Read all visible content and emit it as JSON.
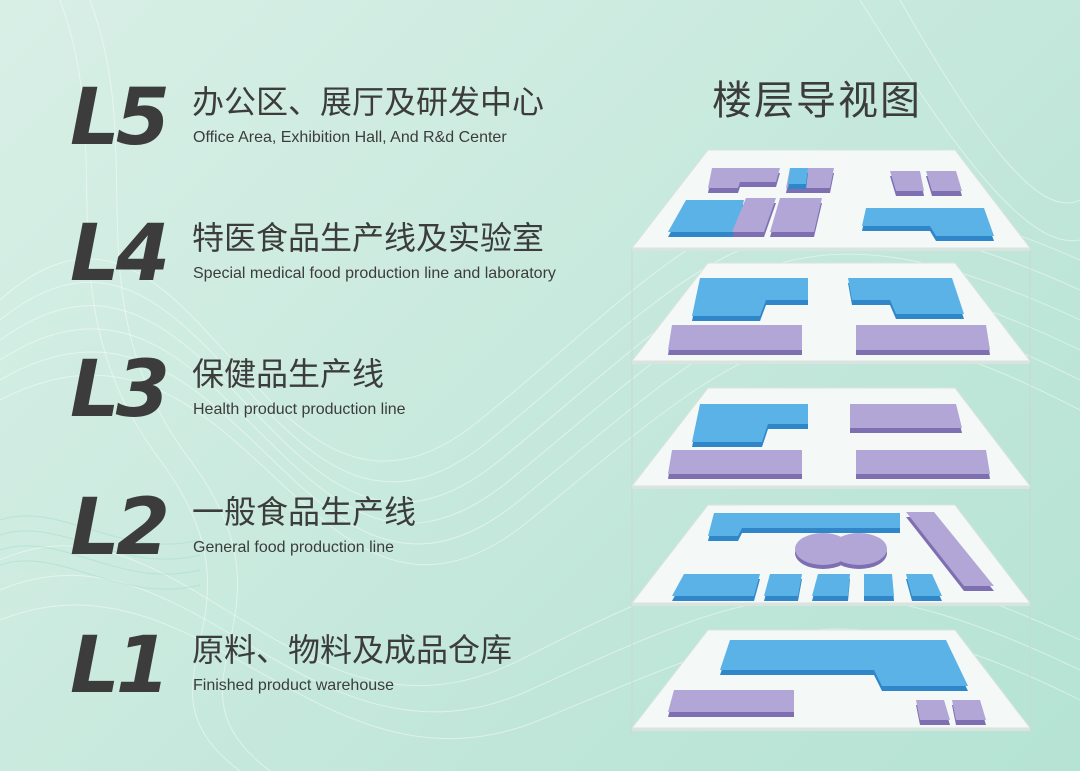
{
  "floors": [
    {
      "code": "L5",
      "name_cn": "办公区、展厅及研发中心",
      "name_en": "Office Area, Exhibition Hall, And R&d Center"
    },
    {
      "code": "L4",
      "name_cn": "特医食品生产线及实验室",
      "name_en": "Special medical food production line and laboratory"
    },
    {
      "code": "L3",
      "name_cn": "保健品生产线",
      "name_en": "Health product production line"
    },
    {
      "code": "L2",
      "name_cn": "一般食品生产线",
      "name_en": "General food production line"
    },
    {
      "code": "L1",
      "name_cn": "原料、物料及成品仓库",
      "name_en": "Finished product warehouse"
    }
  ],
  "guide_title": "楼层导视图",
  "colors": {
    "plate": "#f4f8f6",
    "plate_edge": "#d9e4df",
    "blue": "#5ab2e6",
    "blue_side": "#2f86c8",
    "purple": "#b1a6d6",
    "purple_side": "#7d6fb2"
  }
}
